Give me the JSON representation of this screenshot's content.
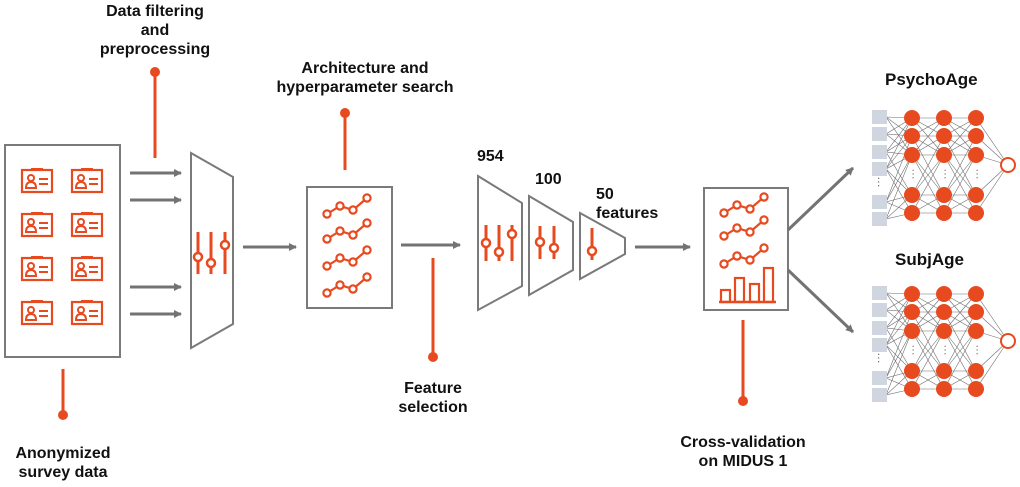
{
  "diagram": {
    "colors": {
      "accent": "#e84a1f",
      "outline": "#7a7a7a",
      "arrow": "#737373",
      "input_node": "#cfd6e0",
      "edge": "#555555",
      "text": "#111111"
    },
    "labels": {
      "data_filtering": [
        "Data filtering",
        "and",
        "preprocessing"
      ],
      "arch_search": [
        "Architecture and",
        "hyperparameter search"
      ],
      "feature_selection": [
        "Feature",
        "selection"
      ],
      "anonymized": [
        "Anonymized",
        "survey data"
      ],
      "cross_validation": [
        "Cross-validation",
        "on MIDUS 1"
      ],
      "stage_954": "954",
      "stage_100": "100",
      "stage_50": [
        "50",
        "features"
      ],
      "psychoage": "PsychoAge",
      "subjage": "SubjAge"
    },
    "survey_records": 8,
    "filter_stages": [
      {
        "label": "954",
        "sliders": 3
      },
      {
        "label": "100",
        "sliders": 2
      },
      {
        "label": "50 features",
        "sliders": 1
      }
    ],
    "networks": [
      {
        "name": "PsychoAge",
        "hidden_layers": 3,
        "visible_nodes_per_layer": 5,
        "visible_inputs": 6,
        "outputs": 1
      },
      {
        "name": "SubjAge",
        "hidden_layers": 3,
        "visible_nodes_per_layer": 5,
        "visible_inputs": 6,
        "outputs": 1
      }
    ]
  }
}
